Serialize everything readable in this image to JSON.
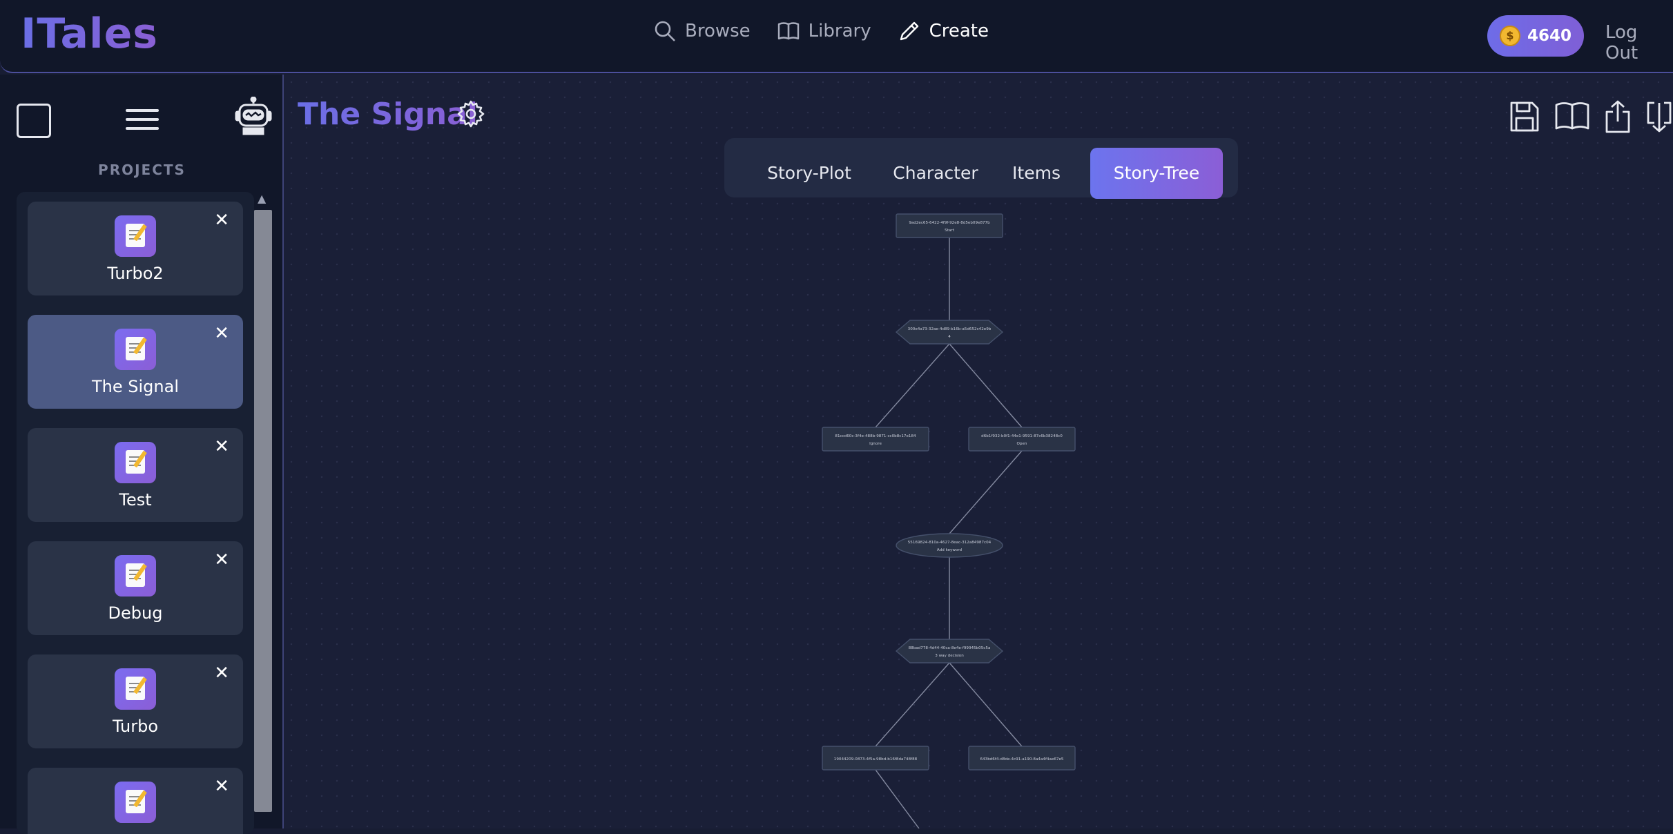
{
  "app": {
    "logo": "ITales"
  },
  "nav": {
    "items": [
      {
        "label": "Browse",
        "icon": "search-icon",
        "active": false
      },
      {
        "label": "Library",
        "icon": "book-icon",
        "active": false
      },
      {
        "label": "Create",
        "icon": "pencil-icon",
        "active": true
      }
    ],
    "coins": "4640",
    "logout": "Log Out"
  },
  "sidebar": {
    "projects_label": "PROJECTS",
    "projects": [
      {
        "name": "Turbo2",
        "selected": false
      },
      {
        "name": "The Signal",
        "selected": true
      },
      {
        "name": "Test",
        "selected": false
      },
      {
        "name": "Debug",
        "selected": false
      },
      {
        "name": "Turbo",
        "selected": false
      },
      {
        "name": "",
        "selected": false
      }
    ]
  },
  "main": {
    "title": "The Signal",
    "tabs": [
      {
        "label": "Story-Plot",
        "active": false
      },
      {
        "label": "Character",
        "active": false
      },
      {
        "label": "Items",
        "active": false
      },
      {
        "label": "Story-Tree",
        "active": true
      }
    ]
  },
  "tree": {
    "nodes": [
      {
        "id": "n1",
        "shape": "rect",
        "line1": "9ad2ec65-6422-4f9f-92e8-8d5eb09e877b",
        "line2": "Start"
      },
      {
        "id": "n2",
        "shape": "hex",
        "line1": "300e4a73-32ae-4d89-b16b-a5d652c42e9b",
        "line2": "4"
      },
      {
        "id": "n3",
        "shape": "rect",
        "line1": "81ccd60c-3f4e-488b-9871-cc0b8c17e184",
        "line2": "Ignore"
      },
      {
        "id": "n4",
        "shape": "rect",
        "line1": "d6b1f932-b0f1-44e1-9591-87c6b38248c0",
        "line2": "Open"
      },
      {
        "id": "n5",
        "shape": "ellipse",
        "line1": "55169824-810a-4627-8eac-312a84987c04",
        "line2": "Add keyword"
      },
      {
        "id": "n6",
        "shape": "hex",
        "line1": "88bad778-4d44-40ca-8e4e-f99945b05c5a",
        "line2": "3 way decision"
      },
      {
        "id": "n7",
        "shape": "rect",
        "line1": "19044209-0873-4f5a-98bd-b16f8da748f88",
        "line2": ""
      },
      {
        "id": "n8",
        "shape": "rect",
        "line1": "643bd6f4-d8de-4c91-a190-8a4a4f4ae67e5",
        "line2": ""
      }
    ],
    "colors": {
      "node_fill": "#2a3346",
      "node_stroke": "#45506b",
      "edge": "#848aa0"
    }
  }
}
